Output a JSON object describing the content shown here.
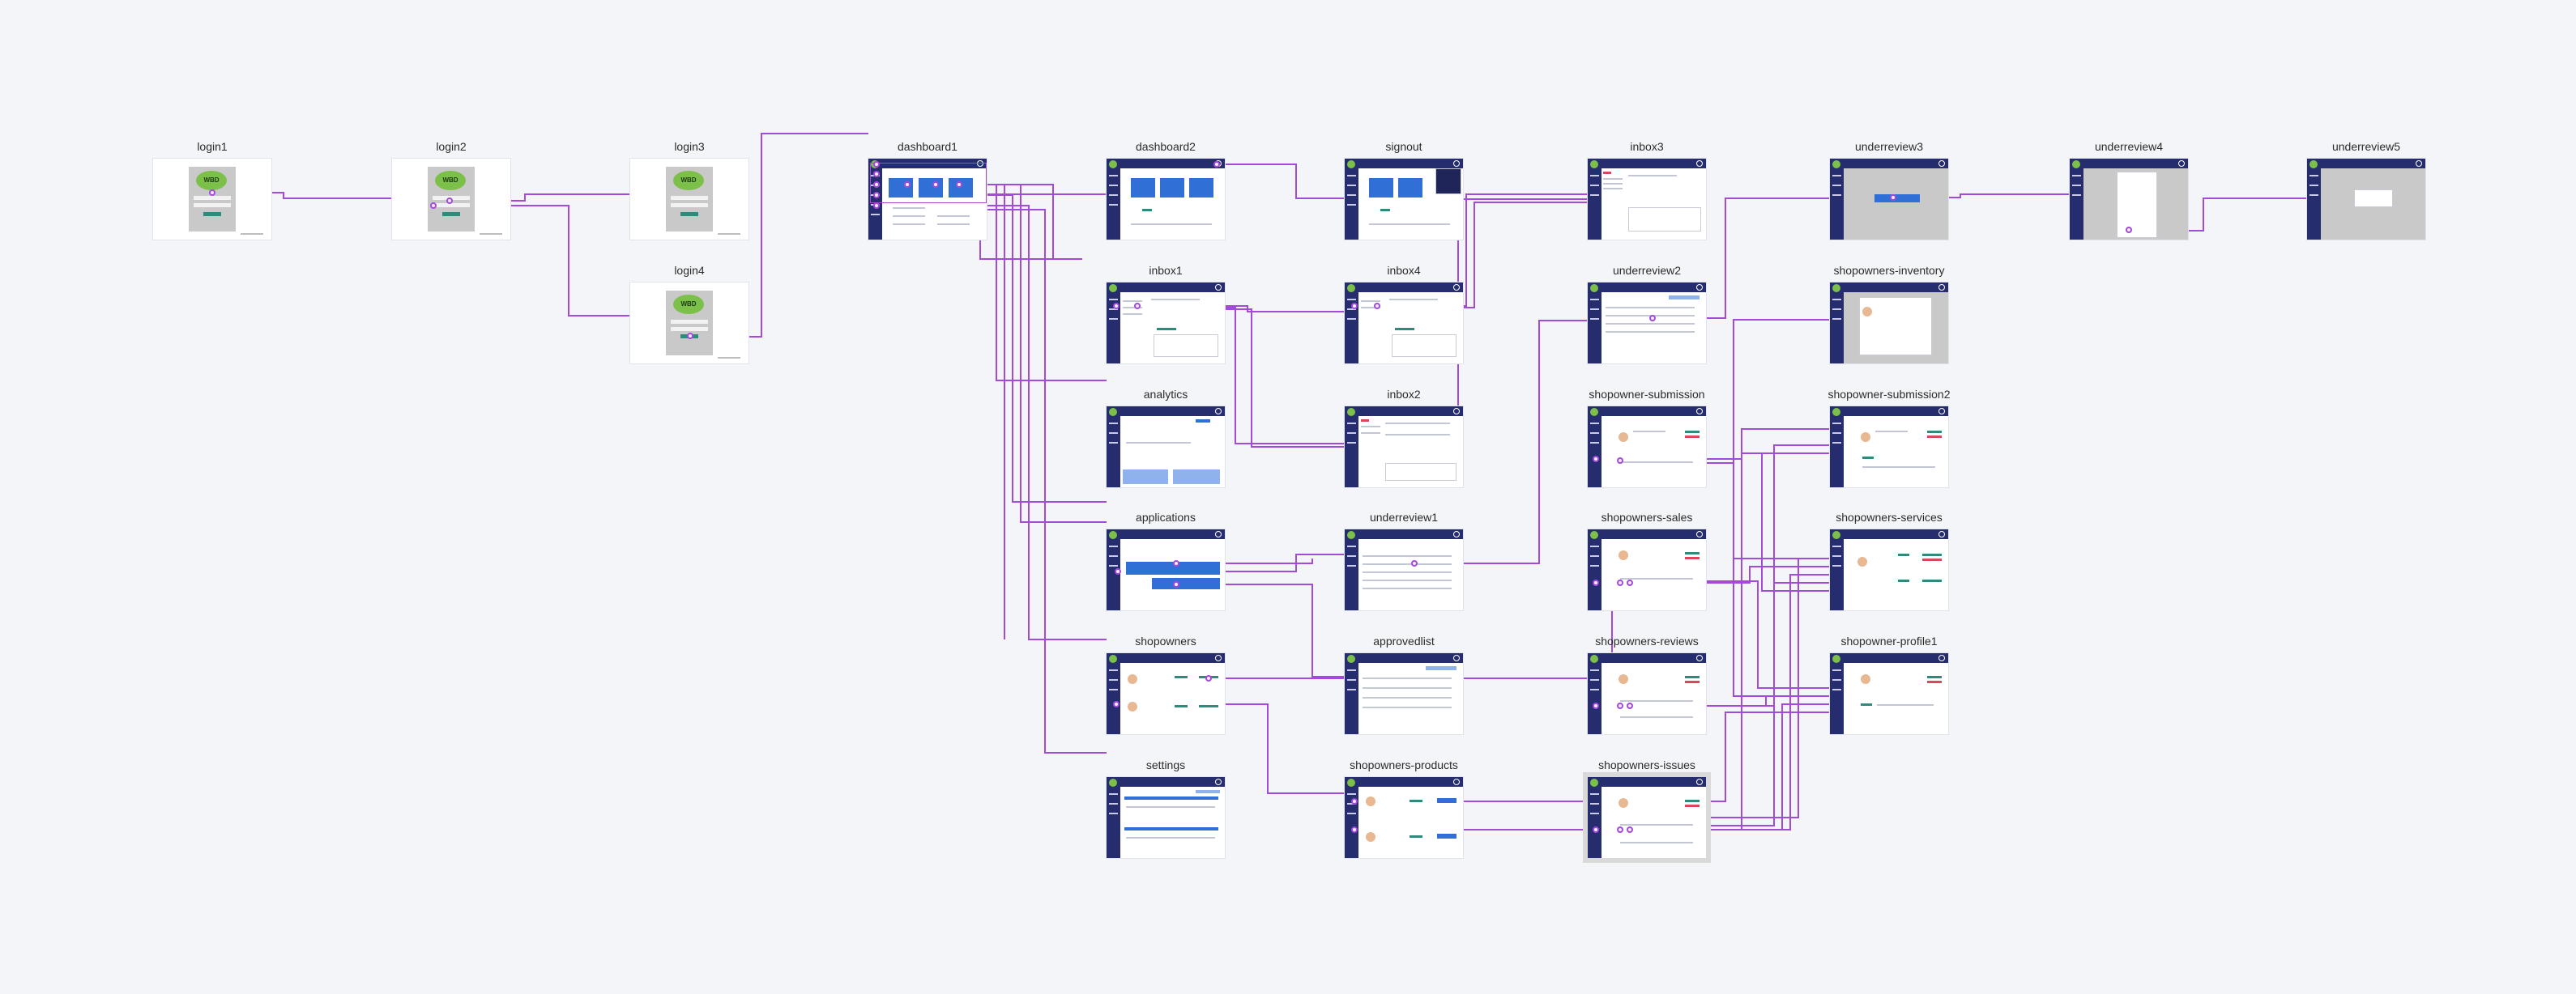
{
  "colors": {
    "background": "#f4f5f8",
    "wire": "#a24bdb",
    "sidebar": "#262d6e",
    "brand_green": "#7cc04a",
    "accent_blue": "#2f6fd6"
  },
  "screens": {
    "login1": "login1",
    "login2": "login2",
    "login3": "login3",
    "login4": "login4",
    "dashboard1": "dashboard1",
    "dashboard2": "dashboard2",
    "signout": "signout",
    "inbox3": "inbox3",
    "underreview3": "underreview3",
    "underreview4": "underreview4",
    "underreview5": "underreview5",
    "inbox1": "inbox1",
    "inbox4": "inbox4",
    "underreview2": "underreview2",
    "shopowners_inventory": "shopowners-inventory",
    "analytics": "analytics",
    "inbox2": "inbox2",
    "shopowner_submission": "shopowner-submission",
    "shopowner_submission2": "shopowner-submission2",
    "applications": "applications",
    "underreview1": "underreview1",
    "shopowners_sales": "shopowners-sales",
    "shopowners_services": "shopowners-services",
    "shopowners": "shopowners",
    "approvedlist": "approvedlist",
    "shopowners_reviews": "shopowners-reviews",
    "shopowner_profile1": "shopowner-profile1",
    "settings": "settings",
    "shopowners_products": "shopowners-products",
    "shopowners_issues": "shopowners-issues"
  },
  "logo_text": "WBD"
}
